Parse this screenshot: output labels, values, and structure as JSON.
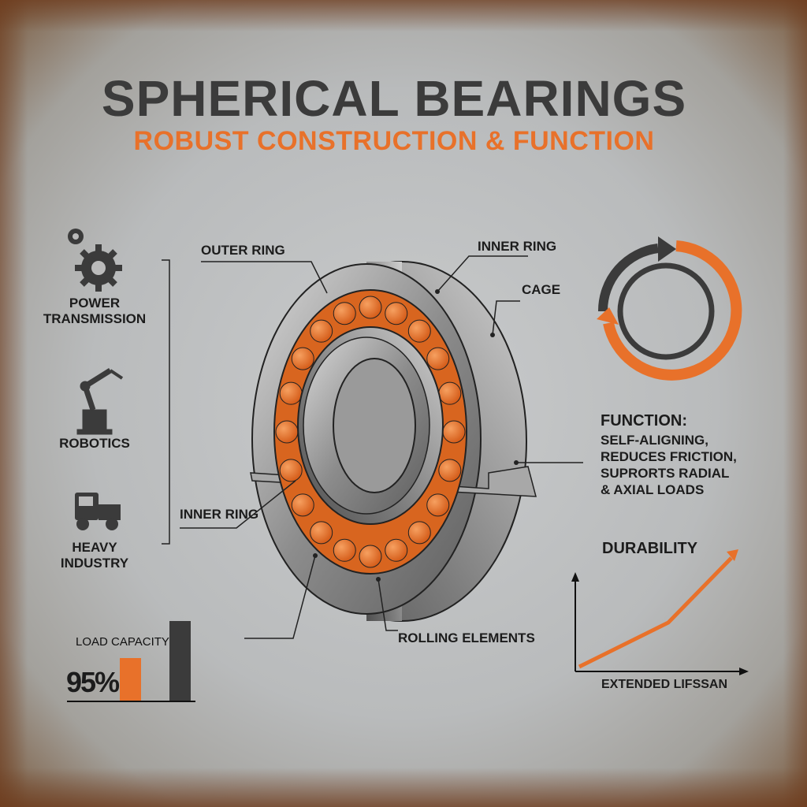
{
  "title": "SPHERICAL BEARINGS",
  "subtitle": "ROBUST CONSTRUCTION & FUNCTION",
  "applications": [
    {
      "label": "POWER\nTRANSMISSION",
      "icon": "gears-icon"
    },
    {
      "label": "ROBOTICS",
      "icon": "robot-arm-icon"
    },
    {
      "label": "HEAVY\nINDUSTRY",
      "icon": "truck-icon"
    }
  ],
  "callouts": {
    "outer_ring": "OUTER RING",
    "inner_ring_top": "INNER RING",
    "cage": "CAGE",
    "inner_ring_left": "INNER RING",
    "rolling_elements": "ROLLING ELEMENTS"
  },
  "function": {
    "heading": "FUNCTION:",
    "lines": [
      "SELF-ALIGNING,",
      "REDUCES FRICTION,",
      "SUPRORTS RADIAL",
      "& AXIAL LOADS"
    ]
  },
  "durability": {
    "title": "DURABILITY",
    "xlabel": "EXTENDED LIFSSAN"
  },
  "load_capacity": {
    "label": "LOAD CAPACITY",
    "value": "95%",
    "fraction": 0.95
  },
  "colors": {
    "accent": "#e8712a",
    "dark": "#3b3b3b"
  }
}
